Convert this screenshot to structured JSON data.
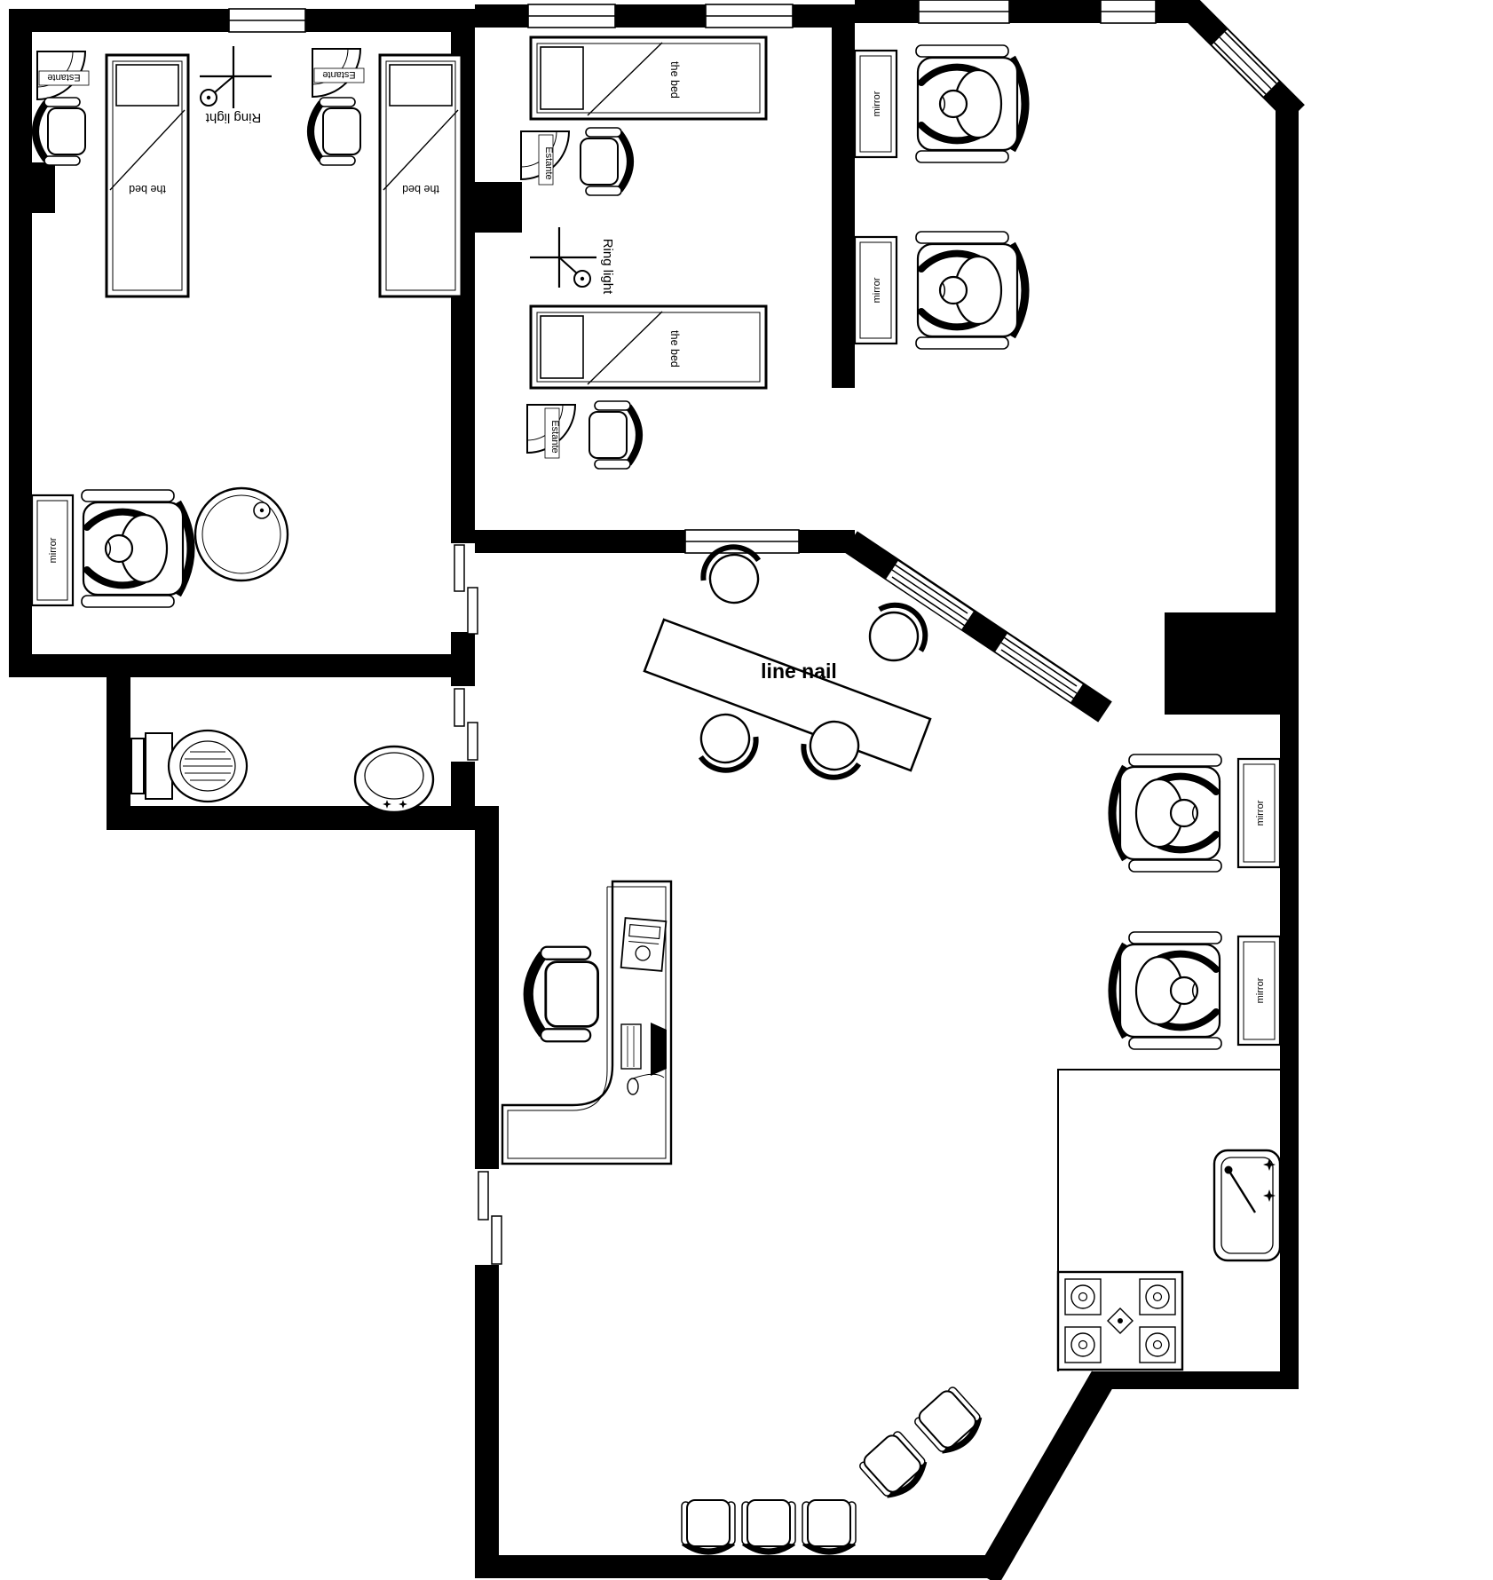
{
  "style": {
    "ink": "#000000",
    "paper": "#ffffff"
  },
  "plan": {
    "room_a": {
      "beds": [
        "the bed",
        "the bed"
      ],
      "shelves": [
        "Estante",
        "Estante"
      ],
      "ring_light": "Ring light",
      "mirror": "mirror"
    },
    "room_b": {
      "beds": [
        "the bed",
        "the bed"
      ],
      "shelves": [
        "Estante",
        "Estante"
      ],
      "ring_light": "Ring light"
    },
    "styling_top": {
      "mirrors": [
        "mirror",
        "mirror"
      ]
    },
    "styling_right": {
      "mirrors": [
        "mirror",
        "mirror"
      ]
    },
    "nail_area": {
      "table_label": "line nail"
    }
  }
}
